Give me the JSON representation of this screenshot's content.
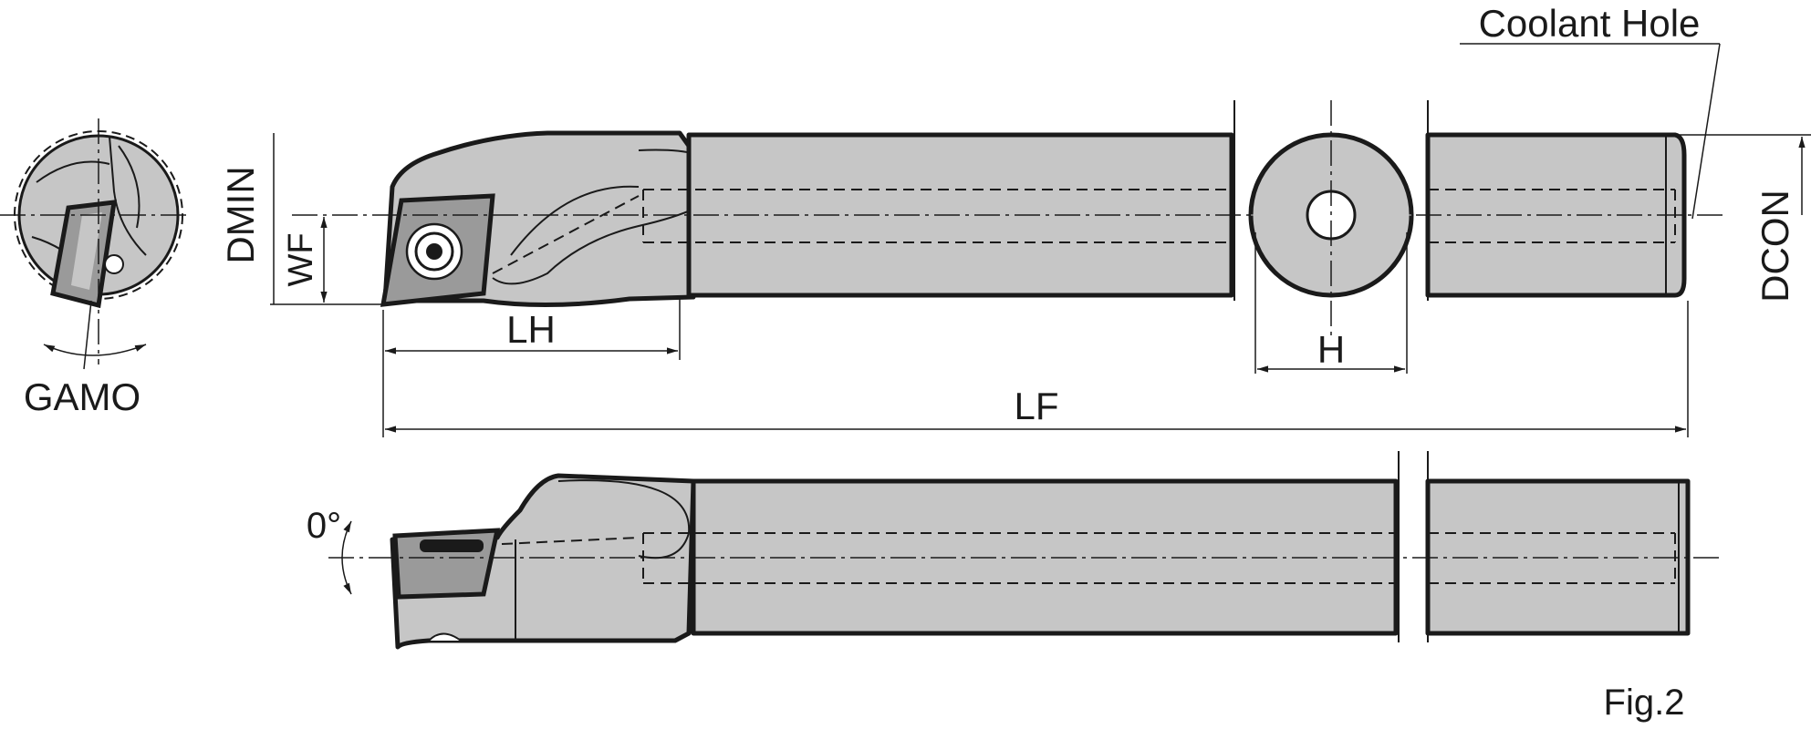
{
  "labels": {
    "coolant_hole": "Coolant Hole",
    "dmin": "DMIN",
    "wf": "WF",
    "lh": "LH",
    "lf": "LF",
    "h": "H",
    "dcon": "DCON",
    "gamo": "GAMO",
    "angle": "0°",
    "figure": "Fig.2"
  },
  "colors": {
    "body_fill": "#c6c6c6",
    "outline": "#1a1a1a",
    "insert_fill": "#9a9a9a",
    "background": "#ffffff"
  }
}
